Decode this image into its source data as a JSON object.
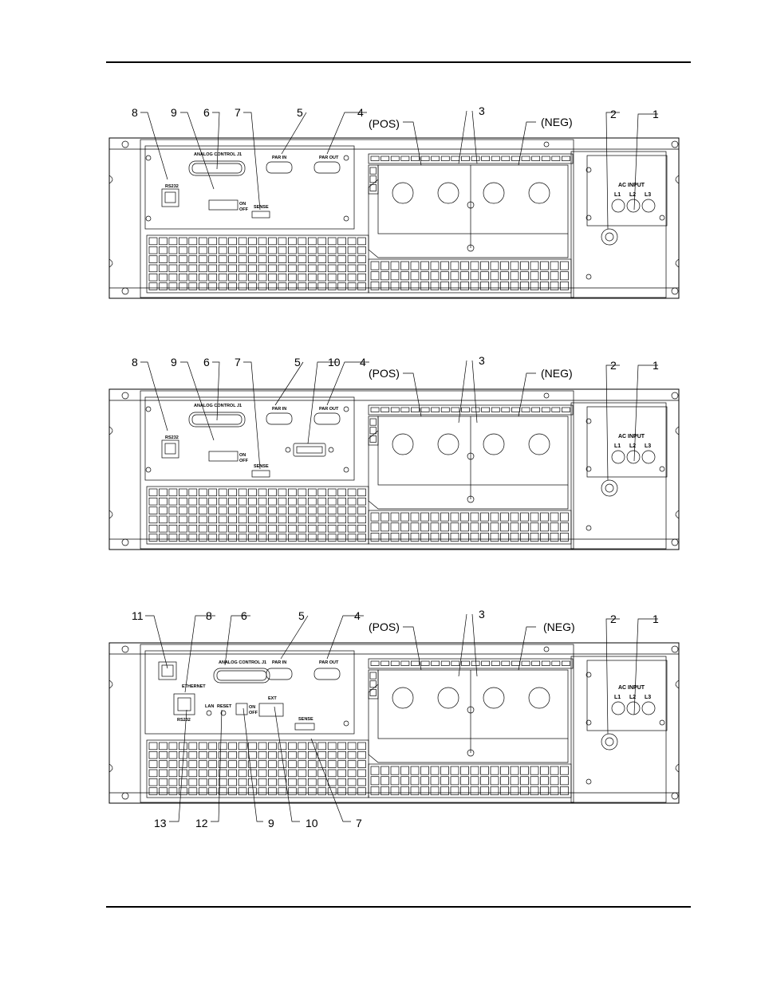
{
  "panels": [
    {
      "callouts": [
        "8",
        "9",
        "6",
        "7",
        "5",
        "4",
        "3",
        "2",
        "1"
      ],
      "labels": {
        "pos": "(POS)",
        "neg": "(NEG)"
      },
      "panel_text": {
        "rs232": "RS232",
        "analog": "ANALOG CONTROL J1",
        "par_in": "PAR IN",
        "par_out": "PAR OUT",
        "sense": "SENSE",
        "ac_input": "AC INPUT",
        "l1": "L1",
        "l2": "L2",
        "l3": "L3",
        "on": "ON",
        "off": "OFF"
      }
    },
    {
      "callouts": [
        "8",
        "9",
        "6",
        "7",
        "5",
        "10",
        "4",
        "3",
        "2",
        "1"
      ],
      "labels": {
        "pos": "(POS)",
        "neg": "(NEG)"
      },
      "panel_text": {
        "rs232": "RS232",
        "analog": "ANALOG CONTROL J1",
        "par_in": "PAR IN",
        "par_out": "PAR OUT",
        "sense": "SENSE",
        "ac_input": "AC INPUT",
        "l1": "L1",
        "l2": "L2",
        "l3": "L3",
        "on": "ON",
        "off": "OFF"
      }
    },
    {
      "callouts_top": [
        "11",
        "8",
        "6",
        "5",
        "4",
        "3",
        "2",
        "1"
      ],
      "callouts_bottom": [
        "13",
        "12",
        "9",
        "10",
        "7"
      ],
      "labels": {
        "pos": "(POS)",
        "neg": "(NEG)"
      },
      "panel_text": {
        "ethernet": "ETHERNET",
        "rs232": "RS232",
        "lan": "LAN",
        "reset": "RESET",
        "analog": "ANALOG CONTROL J1",
        "par_in": "PAR IN",
        "par_out": "PAR OUT",
        "ext": "EXT",
        "sense": "SENSE",
        "ac_input": "AC INPUT",
        "l1": "L1",
        "l2": "L2",
        "l3": "L3",
        "on": "ON",
        "off": "OFF"
      }
    }
  ]
}
